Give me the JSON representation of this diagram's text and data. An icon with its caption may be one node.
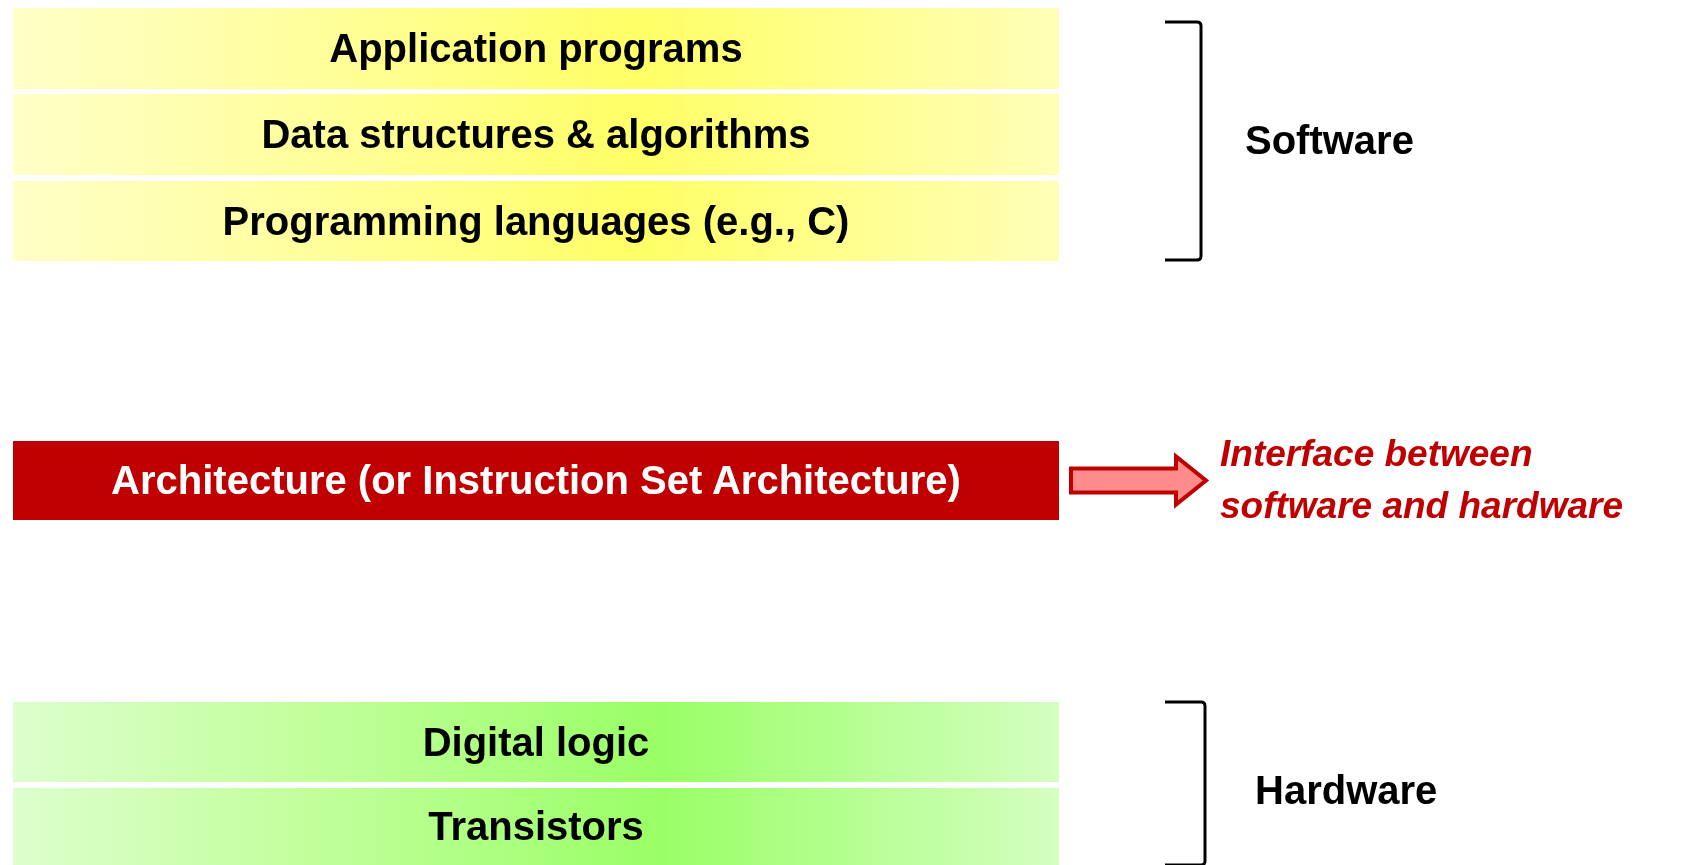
{
  "diagram": {
    "nodes": [
      {
        "text": [
          "Application programs"
        ]
      },
      {
        "text": [
          "Data structures & algorithms"
        ]
      },
      {
        "text": [
          "Programming languages (e.g., C)"
        ]
      },
      {
        "text": [
          "Architecture (or Instruction Set Architecture)"
        ]
      },
      {
        "text": [
          "Interface between software and hardware"
        ]
      },
      {
        "text": [
          "Digital logic"
        ]
      },
      {
        "text": [
          "Transistors"
        ]
      }
    ],
    "edges": [
      {
        "from": 3,
        "to": 4,
        "arrow": "to",
        "style": "thick"
      }
    ],
    "labels": [
      "Software",
      "Hardware"
    ]
  }
}
